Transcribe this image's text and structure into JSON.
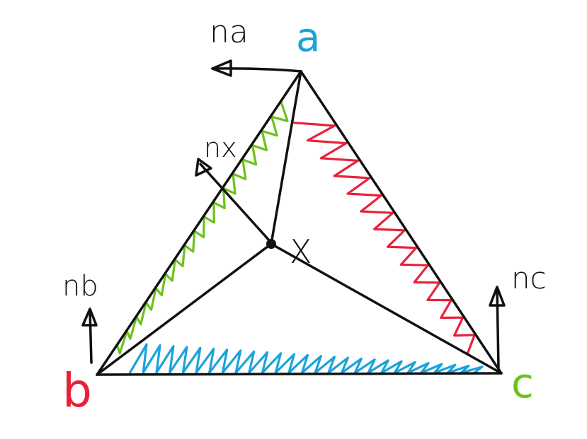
{
  "labels": {
    "vertex_a": "a",
    "vertex_b": "b",
    "vertex_c": "c",
    "point_x": "X",
    "normal_a": "na",
    "normal_b": "nb",
    "normal_c": "nc",
    "normal_x": "nx"
  },
  "colors": {
    "ink": "#111111",
    "vertex_a": "#1aa3d9",
    "vertex_b": "#e8213a",
    "vertex_c": "#6cc21a",
    "region_abx": "#6cc21a",
    "region_acx": "#e8213a",
    "region_bcx": "#1aa3d9"
  },
  "regions": [
    {
      "id": "abx",
      "color_key": "region_abx"
    },
    {
      "id": "acx",
      "color_key": "region_acx"
    },
    {
      "id": "bcx",
      "color_key": "region_bcx"
    }
  ]
}
